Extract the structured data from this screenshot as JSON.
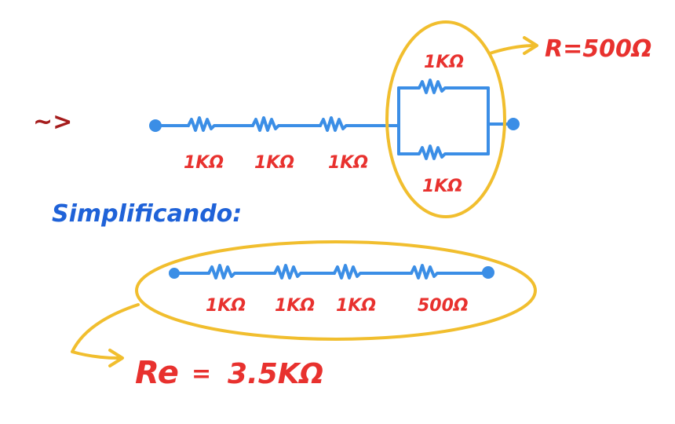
{
  "arrow_mark": "~>",
  "circuit_top": {
    "series_labels": [
      "1KΩ",
      "1KΩ",
      "1KΩ"
    ],
    "parallel_top_label": "1KΩ",
    "parallel_bottom_label": "1KΩ",
    "parallel_result": "R=500Ω"
  },
  "simplifying_label": "Simplificando:",
  "circuit_bottom": {
    "labels": [
      "1KΩ",
      "1KΩ",
      "1KΩ",
      "500Ω"
    ]
  },
  "result": {
    "symbol": "Re",
    "equals": "=",
    "value": "3.5KΩ"
  },
  "colors": {
    "wire": "#3b8ee6",
    "label": "#e8312e",
    "highlight": "#f1be2e",
    "heading": "#1f62d8",
    "mark": "#a51c1c"
  }
}
